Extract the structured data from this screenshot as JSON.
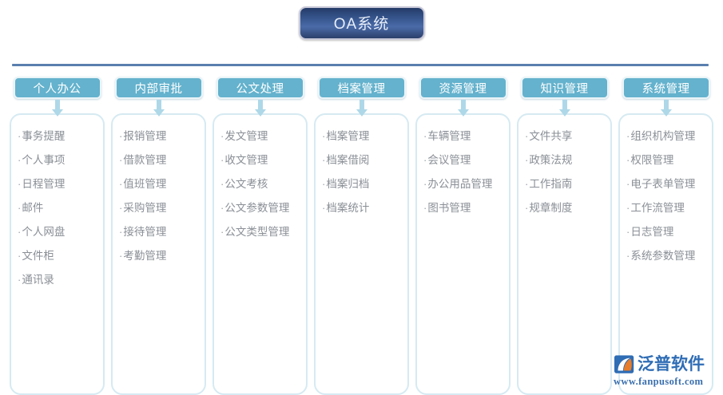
{
  "title": {
    "text": "OA系统",
    "box_color": "#2e4a7d",
    "text_color": "#e8eef8"
  },
  "divider": {
    "color": "#5a7fae"
  },
  "theme": {
    "header_bg": "#64b2cd",
    "panel_border": "#d6eaf2",
    "item_text": "#8a8f96",
    "connector": "#aed8e8"
  },
  "columns": [
    {
      "header": "个人办公",
      "items": [
        "事务提醒",
        "个人事项",
        "日程管理",
        "邮件",
        "个人网盘",
        "文件柜",
        "通讯录"
      ]
    },
    {
      "header": "内部审批",
      "items": [
        "报销管理",
        "借款管理",
        "值班管理",
        "采购管理",
        "接待管理",
        "考勤管理"
      ]
    },
    {
      "header": "公文处理",
      "items": [
        "发文管理",
        "收文管理",
        "公文考核",
        "公文参数管理",
        "公文类型管理"
      ]
    },
    {
      "header": "档案管理",
      "items": [
        "档案管理",
        "档案借阅",
        "档案归档",
        "档案统计"
      ]
    },
    {
      "header": "资源管理",
      "items": [
        "车辆管理",
        "会议管理",
        "办公用品管理",
        "图书管理"
      ]
    },
    {
      "header": "知识管理",
      "items": [
        "文件共享",
        "政策法规",
        "工作指南",
        "规章制度"
      ]
    },
    {
      "header": "系统管理",
      "items": [
        "组织机构管理",
        "权限管理",
        "电子表单管理",
        "工作流管理",
        "日志管理",
        "系统参数管理"
      ]
    }
  ],
  "logo": {
    "name": "泛普软件",
    "url": "www.fanpusoft.com",
    "mark_blue": "#2f6db5",
    "mark_orange": "#e87d2a"
  },
  "bullet": "·"
}
